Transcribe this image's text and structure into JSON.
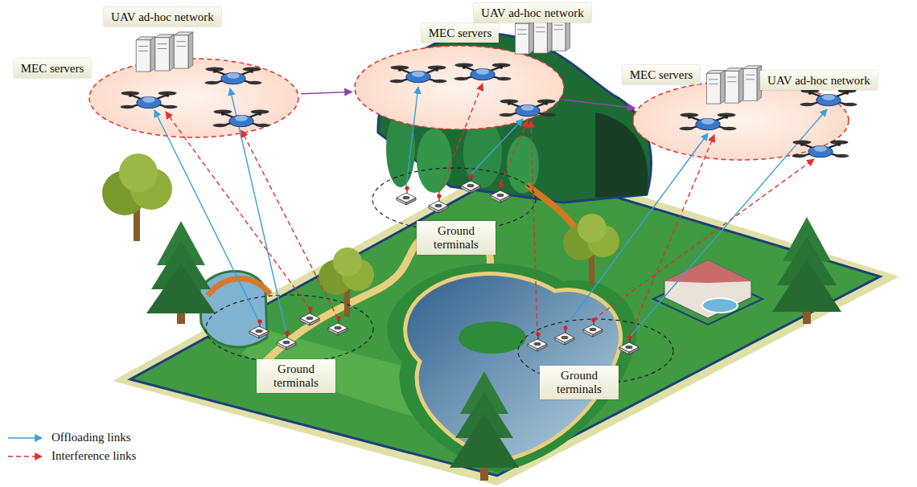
{
  "diagram": {
    "nodes": [
      {
        "text": [
          "UAV ad-hoc network",
          "MEC servers"
        ]
      },
      {
        "text": [
          "UAV ad-hoc network",
          "MEC servers"
        ]
      },
      {
        "text": [
          "MEC servers",
          "UAV ad-hoc network"
        ]
      },
      {
        "text": [
          "Ground terminals"
        ]
      },
      {
        "text": [
          "Ground terminals"
        ]
      },
      {
        "text": [
          "Ground terminals"
        ]
      }
    ],
    "edges": [
      {
        "from": 0,
        "to": 1,
        "arrow": "to"
      },
      {
        "from": 1,
        "to": 2,
        "arrow": "to"
      }
    ],
    "legend": [
      {
        "text": "Offloading links"
      },
      {
        "text": "Interference links"
      }
    ]
  }
}
